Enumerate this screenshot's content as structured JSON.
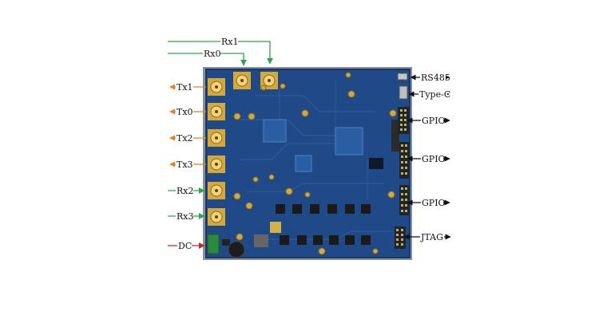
{
  "colors": {
    "board": "#1f4a87",
    "board_dark": "#16386a",
    "gold": "#d4a83a",
    "tx_arrow": "#f07c1a",
    "rx_arrow": "#2aa745",
    "dc_arrow": "#d42020",
    "io_arrow": "#111111"
  },
  "labels": {
    "rx1": "Rx1",
    "rx0": "Rx0",
    "tx1": "Tx1",
    "tx0": "Tx0",
    "tx2": "Tx2",
    "tx3": "Tx3",
    "rx2": "Rx2",
    "rx3": "Rx3",
    "dc": "DC",
    "rs485": "RS485",
    "typec": "Type-C",
    "gpio1": "GPIO",
    "gpio2": "GPIO",
    "gpio3": "GPIO",
    "jtag": "JTAG"
  }
}
